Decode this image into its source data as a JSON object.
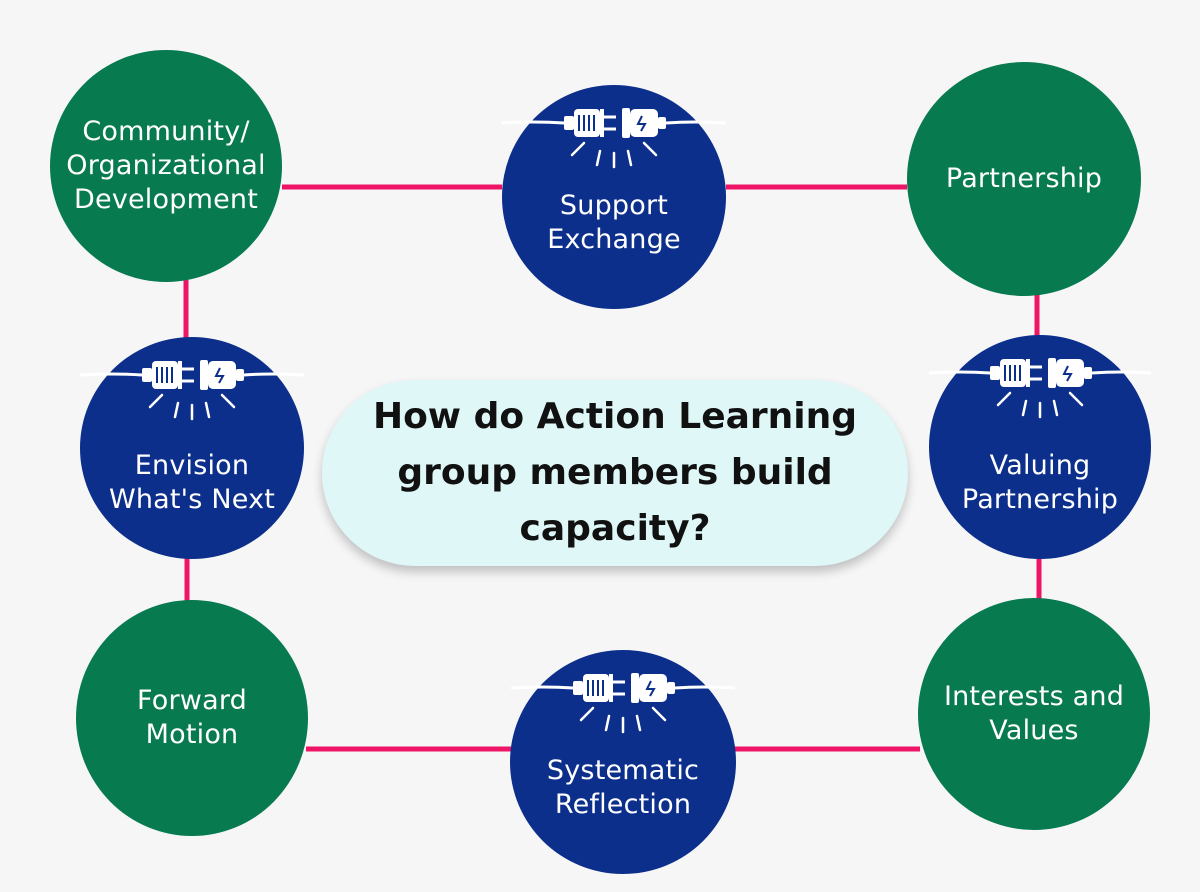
{
  "question": "How do Action Learning\ngroup members build\ncapacity?",
  "colors": {
    "green": "#077a4f",
    "blue": "#0d2f8c",
    "connector": "#ee1466",
    "question_bg": "#dff7f7",
    "background": "#f6f6f7"
  },
  "nodes": [
    {
      "id": "community",
      "label": "Community/\nOrganizational\nDevelopment",
      "color": "green",
      "icon": null
    },
    {
      "id": "support",
      "label": "Support\nExchange",
      "color": "blue",
      "icon": "plug-icon"
    },
    {
      "id": "partnership",
      "label": "Partnership",
      "color": "green",
      "icon": null
    },
    {
      "id": "envision",
      "label": "Envision\nWhat's Next",
      "color": "blue",
      "icon": "plug-icon"
    },
    {
      "id": "valuing",
      "label": "Valuing\nPartnership",
      "color": "blue",
      "icon": "plug-icon"
    },
    {
      "id": "forward",
      "label": "Forward\nMotion",
      "color": "green",
      "icon": null
    },
    {
      "id": "systematic",
      "label": "Systematic\nReflection",
      "color": "blue",
      "icon": "plug-icon"
    },
    {
      "id": "interests",
      "label": "Interests and\nValues",
      "color": "green",
      "icon": null
    }
  ],
  "connections": [
    [
      "community",
      "support"
    ],
    [
      "support",
      "partnership"
    ],
    [
      "community",
      "envision"
    ],
    [
      "envision",
      "forward"
    ],
    [
      "partnership",
      "valuing"
    ],
    [
      "valuing",
      "interests"
    ],
    [
      "forward",
      "systematic"
    ],
    [
      "systematic",
      "interests"
    ]
  ]
}
